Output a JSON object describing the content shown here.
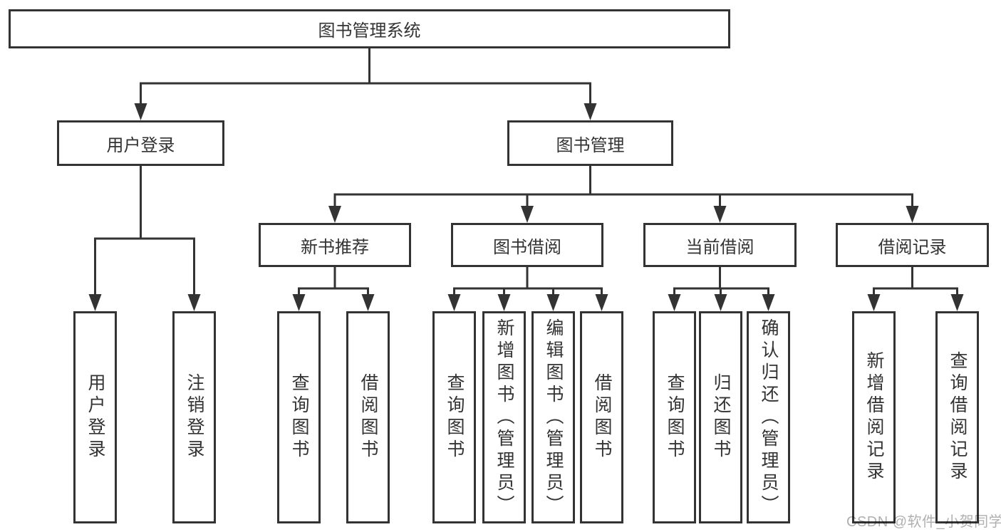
{
  "tree": {
    "root": {
      "label": "图书管理系统"
    },
    "level2": [
      {
        "label": "用户登录",
        "children": [
          {
            "label": "用户登录"
          },
          {
            "label": "注销登录"
          }
        ]
      },
      {
        "label": "图书管理",
        "children": [
          {
            "label": "新书推荐",
            "children": [
              {
                "label": "查询图书"
              },
              {
                "label": "借阅图书"
              }
            ]
          },
          {
            "label": "图书借阅",
            "children": [
              {
                "label": "查询图书"
              },
              {
                "label": "新增图书（管理员）"
              },
              {
                "label": "编辑图书（管理员）"
              },
              {
                "label": "借阅图书"
              }
            ]
          },
          {
            "label": "当前借阅",
            "children": [
              {
                "label": "查询图书"
              },
              {
                "label": "归还图书"
              },
              {
                "label": "确认归还（管理员）"
              }
            ]
          },
          {
            "label": "借阅记录",
            "children": [
              {
                "label": "新增借阅记录"
              },
              {
                "label": "查询借阅记录"
              }
            ]
          }
        ]
      }
    ]
  },
  "watermark": {
    "text": "CSDN @软件_小贺同学"
  },
  "colors": {
    "line": "#333333",
    "text": "#333333",
    "background": "#ffffff",
    "watermark": "#b0b0b0"
  }
}
